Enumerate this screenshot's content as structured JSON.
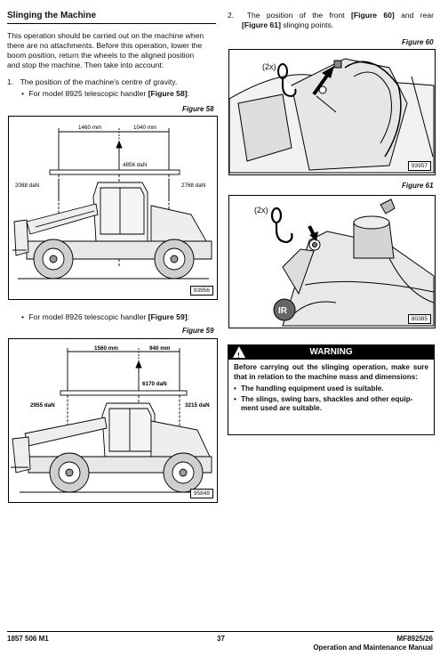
{
  "section_title": "Slinging the Machine",
  "intro": [
    "This operation should be carried out on the machine when",
    "there are no attachments. Before this operation, lower the",
    "boom position, return the wheels to the aligned position",
    "and stop the machine. Then take into account:"
  ],
  "step1": {
    "num": "1.",
    "text": "The position of the machine's centre of gravity."
  },
  "bullet_8925": {
    "prefix": "For model 8925 telescopic handler ",
    "ref": "[Figure 58]",
    "suffix": ":"
  },
  "fig58": {
    "caption": "Figure 58",
    "ref_no": "93956",
    "dims": {
      "left": "1460 mm",
      "right": "1040 mm",
      "top_load": "4856 daN",
      "front": "2088 daN",
      "rear": "2768 daN"
    }
  },
  "bullet_8926": {
    "prefix": "For model 8926 telescopic handler ",
    "ref": "[Figure 59]",
    "suffix": ":"
  },
  "fig59": {
    "caption": "Figure 59",
    "ref_no": "95849",
    "dims": {
      "left": "1560 mm",
      "right": "940 mm",
      "top_load": "6170 daN",
      "front": "2955 daN",
      "rear": "3215 daN"
    }
  },
  "step2": {
    "num": "2.",
    "line1_a": "The position of the front ",
    "line1_ref": "[Figure 60]",
    "line1_b": " and rear",
    "line2_ref": "[Figure 61]",
    "line2_b": " slinging points."
  },
  "fig60": {
    "caption": "Figure 60",
    "ref_no": "93957",
    "label": "(2x)"
  },
  "fig61": {
    "caption": "Figure 61",
    "ref_no": "80385",
    "label": "(2x)"
  },
  "warning": {
    "title": "WARNING",
    "symbol": "!",
    "body": "Before carrying out the slinging operation, make sure that in relation to the machine mass and dimensions:",
    "items": [
      "The handling equipment used is suitable.",
      "The slings, swing bars, shackles and other equip-ment used are suitable."
    ]
  },
  "footer": {
    "code_left": "1857 506 M1",
    "page": "37",
    "model": "MF8925/26",
    "manual": "Operation and Maintenance Manual"
  }
}
